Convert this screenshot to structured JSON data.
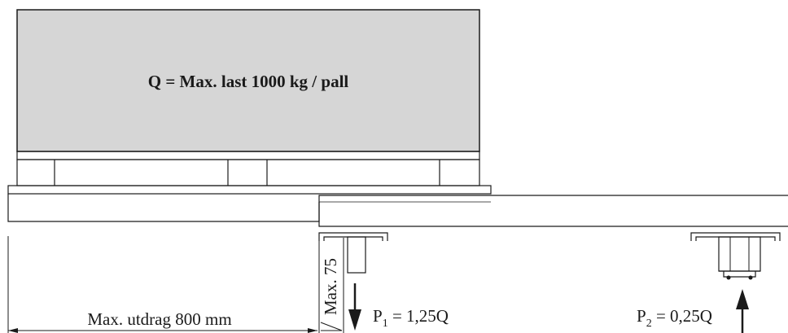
{
  "load": {
    "label": "Q = Max. last 1000 kg / pall",
    "fill_color": "#d6d6d6"
  },
  "dimensions": {
    "extension_label": "Max. utdrag 800 mm",
    "height_label": "Max. 75"
  },
  "forces": {
    "p1": {
      "symbol": "P",
      "subscript": "1",
      "value": " = 1,25Q",
      "direction": "down"
    },
    "p2": {
      "symbol": "P",
      "subscript": "2",
      "value": " = 0,25Q",
      "direction": "up"
    }
  },
  "colors": {
    "line": "#1a1a1a",
    "load_fill": "#d6d6d6",
    "background": "#ffffff"
  }
}
